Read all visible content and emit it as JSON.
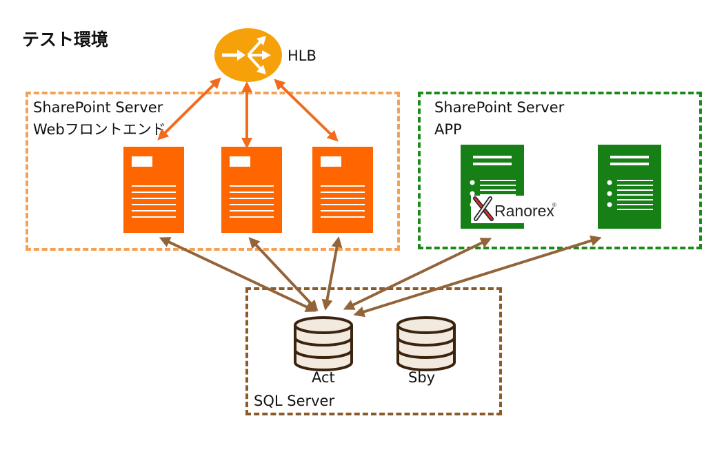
{
  "title": "テスト環境",
  "hlb": {
    "label": "HLB",
    "icon": "router-icon",
    "color": "#f7a10a"
  },
  "web_zone": {
    "line1": "SharePoint Server",
    "line2": "Webフロントエンド",
    "color": "#f5a052",
    "server_color": "#ff6600",
    "server_count": 3
  },
  "app_zone": {
    "line1": "SharePoint Server",
    "line2": "APP",
    "color": "#1a8a1a",
    "server_color": "#168016",
    "server_count": 2
  },
  "ranorex": {
    "text": "Ranorex",
    "mark": "®"
  },
  "sql_zone": {
    "label": "SQL Server",
    "color": "#8a5a2a"
  },
  "databases": [
    {
      "label": "Act"
    },
    {
      "label": "Sby"
    }
  ],
  "arrow_colors": {
    "web": "#f26b1d",
    "db": "#93643a"
  }
}
